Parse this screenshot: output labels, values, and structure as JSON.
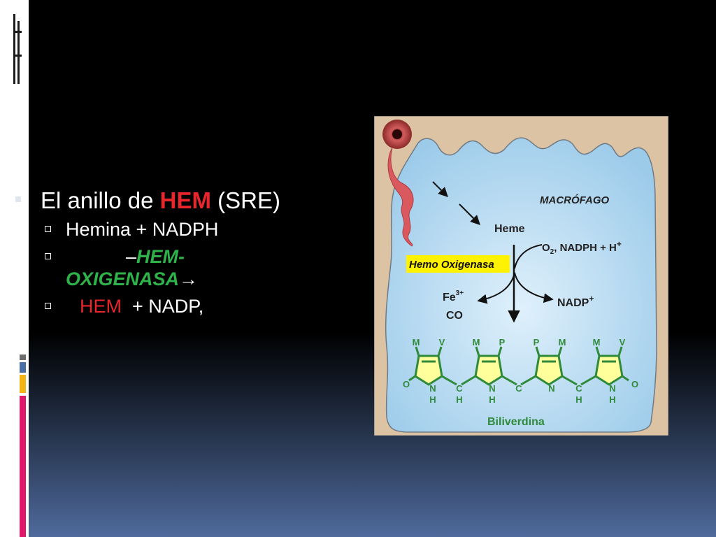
{
  "slide": {
    "bullets": {
      "main": {
        "prefix": "El anillo de ",
        "highlight": "HEM",
        "suffix": " (SRE)"
      },
      "sub1": "Hemina + NADPH",
      "sub2": {
        "lead": "–",
        "enzyme": "HEM-OXIGENASA",
        "arrow": "→"
      },
      "sub3": {
        "hem": "HEM",
        "rest": "  + NADP,"
      }
    }
  },
  "figure": {
    "cell_label": "MACRÓFAGO",
    "heme": "Heme",
    "cofactors": "O",
    "cofactors_sub": "2",
    "cofactors_rest": ", NADPH + H",
    "cofactors_sup": "+",
    "enzyme": "Hemo Oxigenasa",
    "fe": "Fe",
    "fe_sup": "3+",
    "co": "CO",
    "nadp": "NADP",
    "nadp_sup": "+",
    "product": "Biliverdina",
    "substituents": [
      "M",
      "V",
      "M",
      "P",
      "P",
      "M",
      "M",
      "V"
    ],
    "atoms": {
      "o": "O",
      "n": "N",
      "h": "H",
      "c": "C"
    },
    "colors": {
      "tan": "#dcc3a4",
      "cyto": "#a9d4ef",
      "green": "#2f8a3a",
      "yellow": "#ffff9c",
      "label_bg": "#fff200",
      "rbc": "#b84b4b"
    }
  }
}
